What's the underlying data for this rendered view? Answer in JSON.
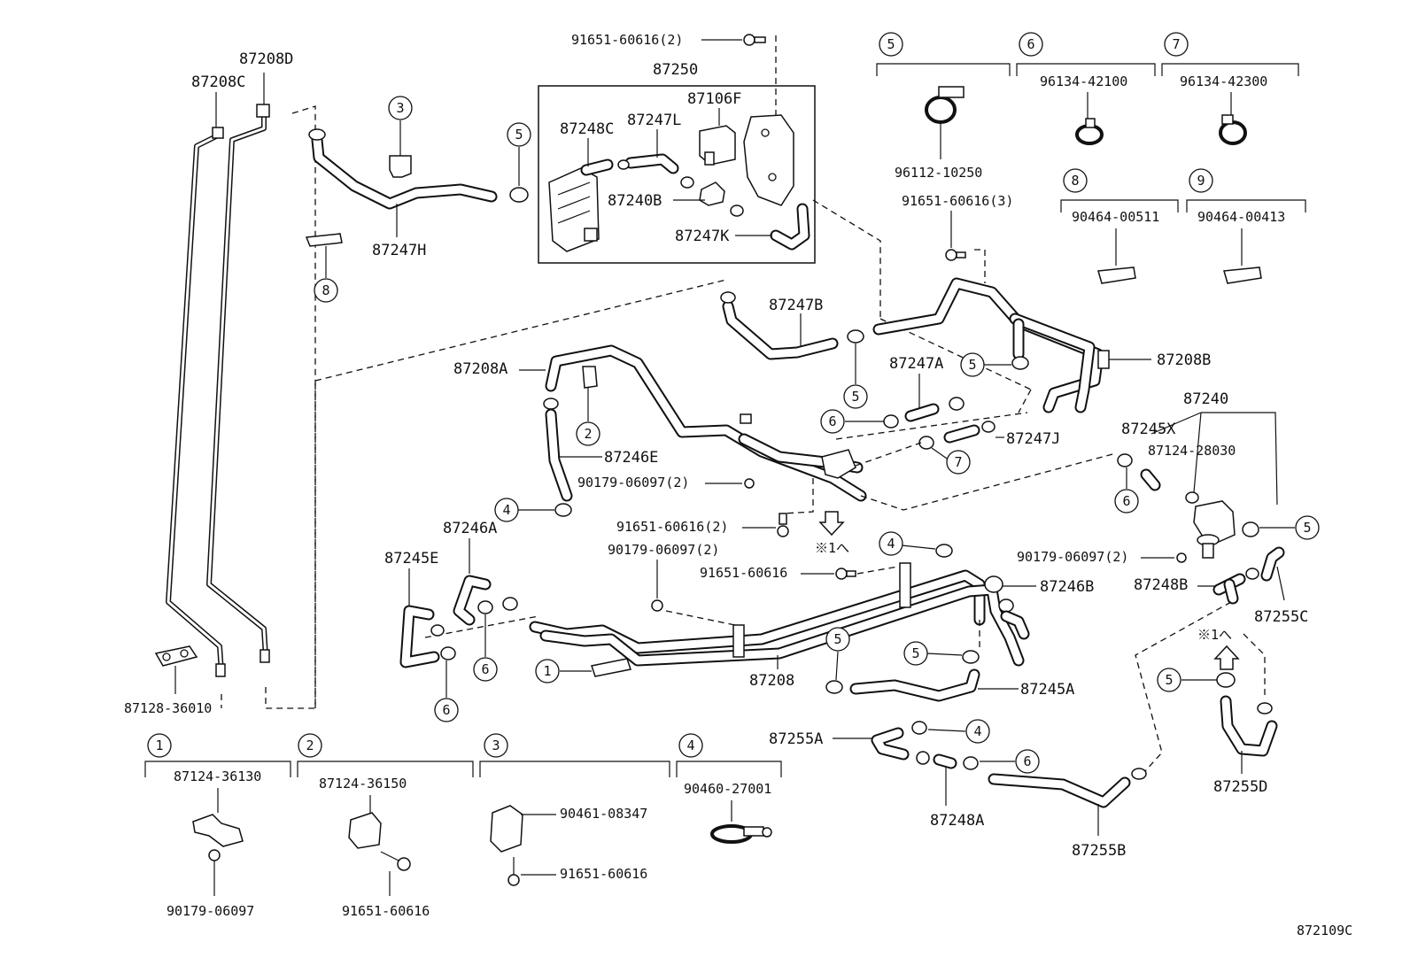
{
  "diagram_id": "872109C",
  "labels": {
    "p87208D": "87208D",
    "p87208C": "87208C",
    "p87128_36010": "87128-36010",
    "p87247H": "87247H",
    "p87250": "87250",
    "p91651_60616_2_top": "91651-60616(2)",
    "p87106F": "87106F",
    "p87248C": "87248C",
    "p87247L": "87247L",
    "p87240B": "87240B",
    "p87247K": "87247K",
    "p96112_10250": "96112-10250",
    "p96134_42100": "96134-42100",
    "p96134_42300": "96134-42300",
    "p91651_60616_3": "91651-60616(3)",
    "p90464_00511": "90464-00511",
    "p90464_00413": "90464-00413",
    "p87247B": "87247B",
    "p87208B": "87208B",
    "p87208A": "87208A",
    "p87247A": "87247A",
    "p87247J": "87247J",
    "p87240": "87240",
    "p87245X": "87245X",
    "p87124_28030": "87124-28030",
    "p87246E": "87246E",
    "p90179_06097_2_a": "90179-06097(2)",
    "p87246A": "87246A",
    "p91651_60616_2_mid": "91651-60616(2)",
    "p90179_06097_2_b": "90179-06097(2)",
    "p87245E": "87245E",
    "ref_arrow_1": "※1へ",
    "p91651_60616_mid": "91651-60616",
    "p87246B": "87246B",
    "p90179_06097_2_c": "90179-06097(2)",
    "p87248B": "87248B",
    "p87255C": "87255C",
    "p87208": "87208",
    "p87245A": "87245A",
    "ref_arrow_2": "※1へ",
    "p87255A": "87255A",
    "p87248A": "87248A",
    "p87255B": "87255B",
    "p87255D": "87255D",
    "p87124_36130": "87124-36130",
    "p90179_06097": "90179-06097",
    "p87124_36150": "87124-36150",
    "p91651_60616_b2": "91651-60616",
    "p90461_08347": "90461-08347",
    "p91651_60616_b3": "91651-60616",
    "p90460_27001": "90460-27001"
  },
  "callouts": {
    "c1": "1",
    "c2": "2",
    "c3": "3",
    "c4": "4",
    "c5": "5",
    "c6": "6",
    "c7": "7",
    "c8": "8",
    "c9": "9"
  }
}
